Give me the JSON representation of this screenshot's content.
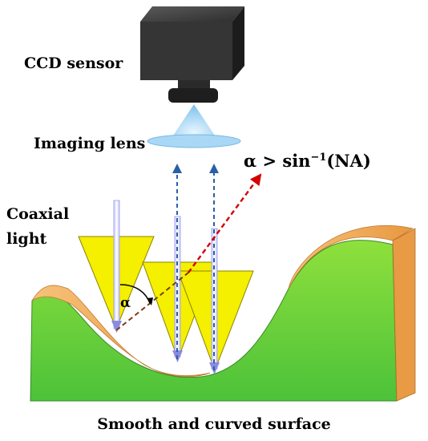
{
  "labels": {
    "ccd": "CCD sensor",
    "lens": "Imaging lens",
    "coaxial_line1": "Coaxial",
    "coaxial_line2": "light",
    "condition_prefix": "α > sin",
    "condition_exp": "−1",
    "condition_suffix": "(NA)",
    "alpha": "α",
    "surface": "Smooth and curved surface"
  },
  "colors": {
    "camera_body": "#2b2b2b",
    "lens_cone": "#9fd0f0",
    "surface_top": "#7ad83a",
    "surface_edge": "#f2a95a",
    "light_cone": "#f5ef00",
    "reflected_ray": "#d40000",
    "vertical_ray": "#2a5fa8"
  }
}
